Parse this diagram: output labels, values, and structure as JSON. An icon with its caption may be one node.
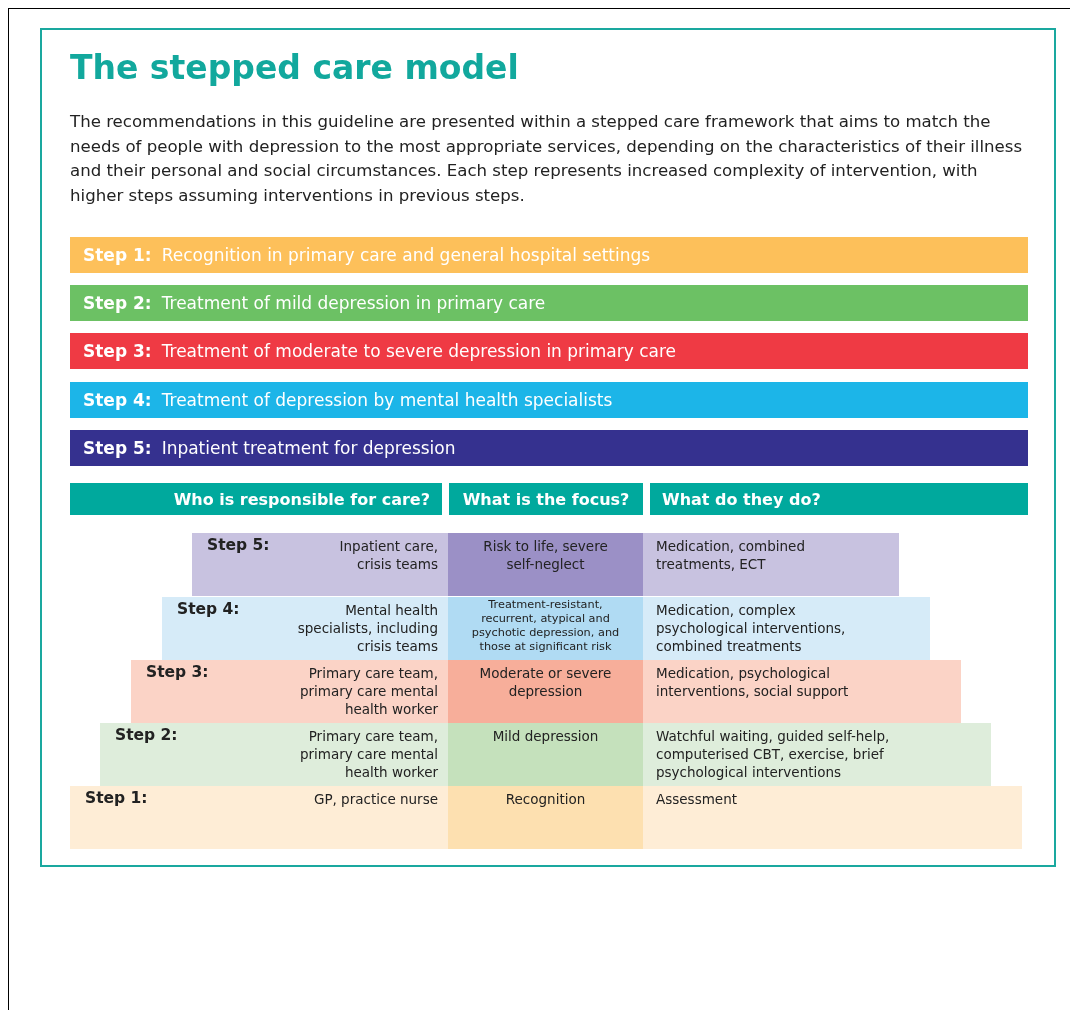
{
  "diagram": {
    "title": "The stepped care model",
    "nodes": [
      {
        "text": [
          "Step 1:",
          "Recognition in primary care and general hospital settings"
        ]
      },
      {
        "text": [
          "Step 2:",
          "Treatment of mild depression in primary care"
        ]
      },
      {
        "text": [
          "Step 3:",
          "Treatment of moderate to severe depression in primary care"
        ]
      },
      {
        "text": [
          "Step 4:",
          "Treatment of depression by mental health specialists"
        ]
      },
      {
        "text": [
          "Step 5:",
          "Inpatient treatment for depression"
        ]
      },
      {
        "text": [
          "Who is responsible for care?"
        ]
      },
      {
        "text": [
          "What is the focus?"
        ]
      },
      {
        "text": [
          "What do they do?"
        ]
      },
      {
        "text": [
          "Step 5:",
          "Inpatient care, crisis teams",
          "Medication, combined treatments, ECT"
        ]
      },
      {
        "text": [
          "Risk to life, severe self-neglect"
        ],
        "in": 8
      },
      {
        "text": [
          "Step 4:",
          "Mental health specialists, including crisis teams",
          "Medication, complex psychological interventions, combined treatments"
        ]
      },
      {
        "text": [
          "Treatment-resistant, recurrent, atypical and psychotic depression, and those at significant risk"
        ],
        "in": 10
      },
      {
        "text": [
          "Step 3:",
          "Primary care team, primary care mental health worker",
          "Medication, psychological interventions, social support"
        ]
      },
      {
        "text": [
          "Moderate or severe depression"
        ],
        "in": 12
      },
      {
        "text": [
          "Step 2:",
          "Primary care team, primary care mental health worker",
          "Watchful waiting, guided self-help, computerised CBT, exercise, brief psychological interventions"
        ]
      },
      {
        "text": [
          "Mild depression"
        ],
        "in": 14
      },
      {
        "text": [
          "Step 1:",
          "GP, practice nurse",
          "Assessment"
        ]
      },
      {
        "text": [
          "Recognition"
        ],
        "in": 16
      }
    ],
    "labels": [
      "The recommendations in this guideline are presented within a stepped care framework that aims to match the needs of people with depression to the most appropriate services, depending on the characteristics of their illness and their personal and social circumstances. Each step represents increased complexity of intervention, with higher steps assuming interventions in previous steps."
    ]
  }
}
